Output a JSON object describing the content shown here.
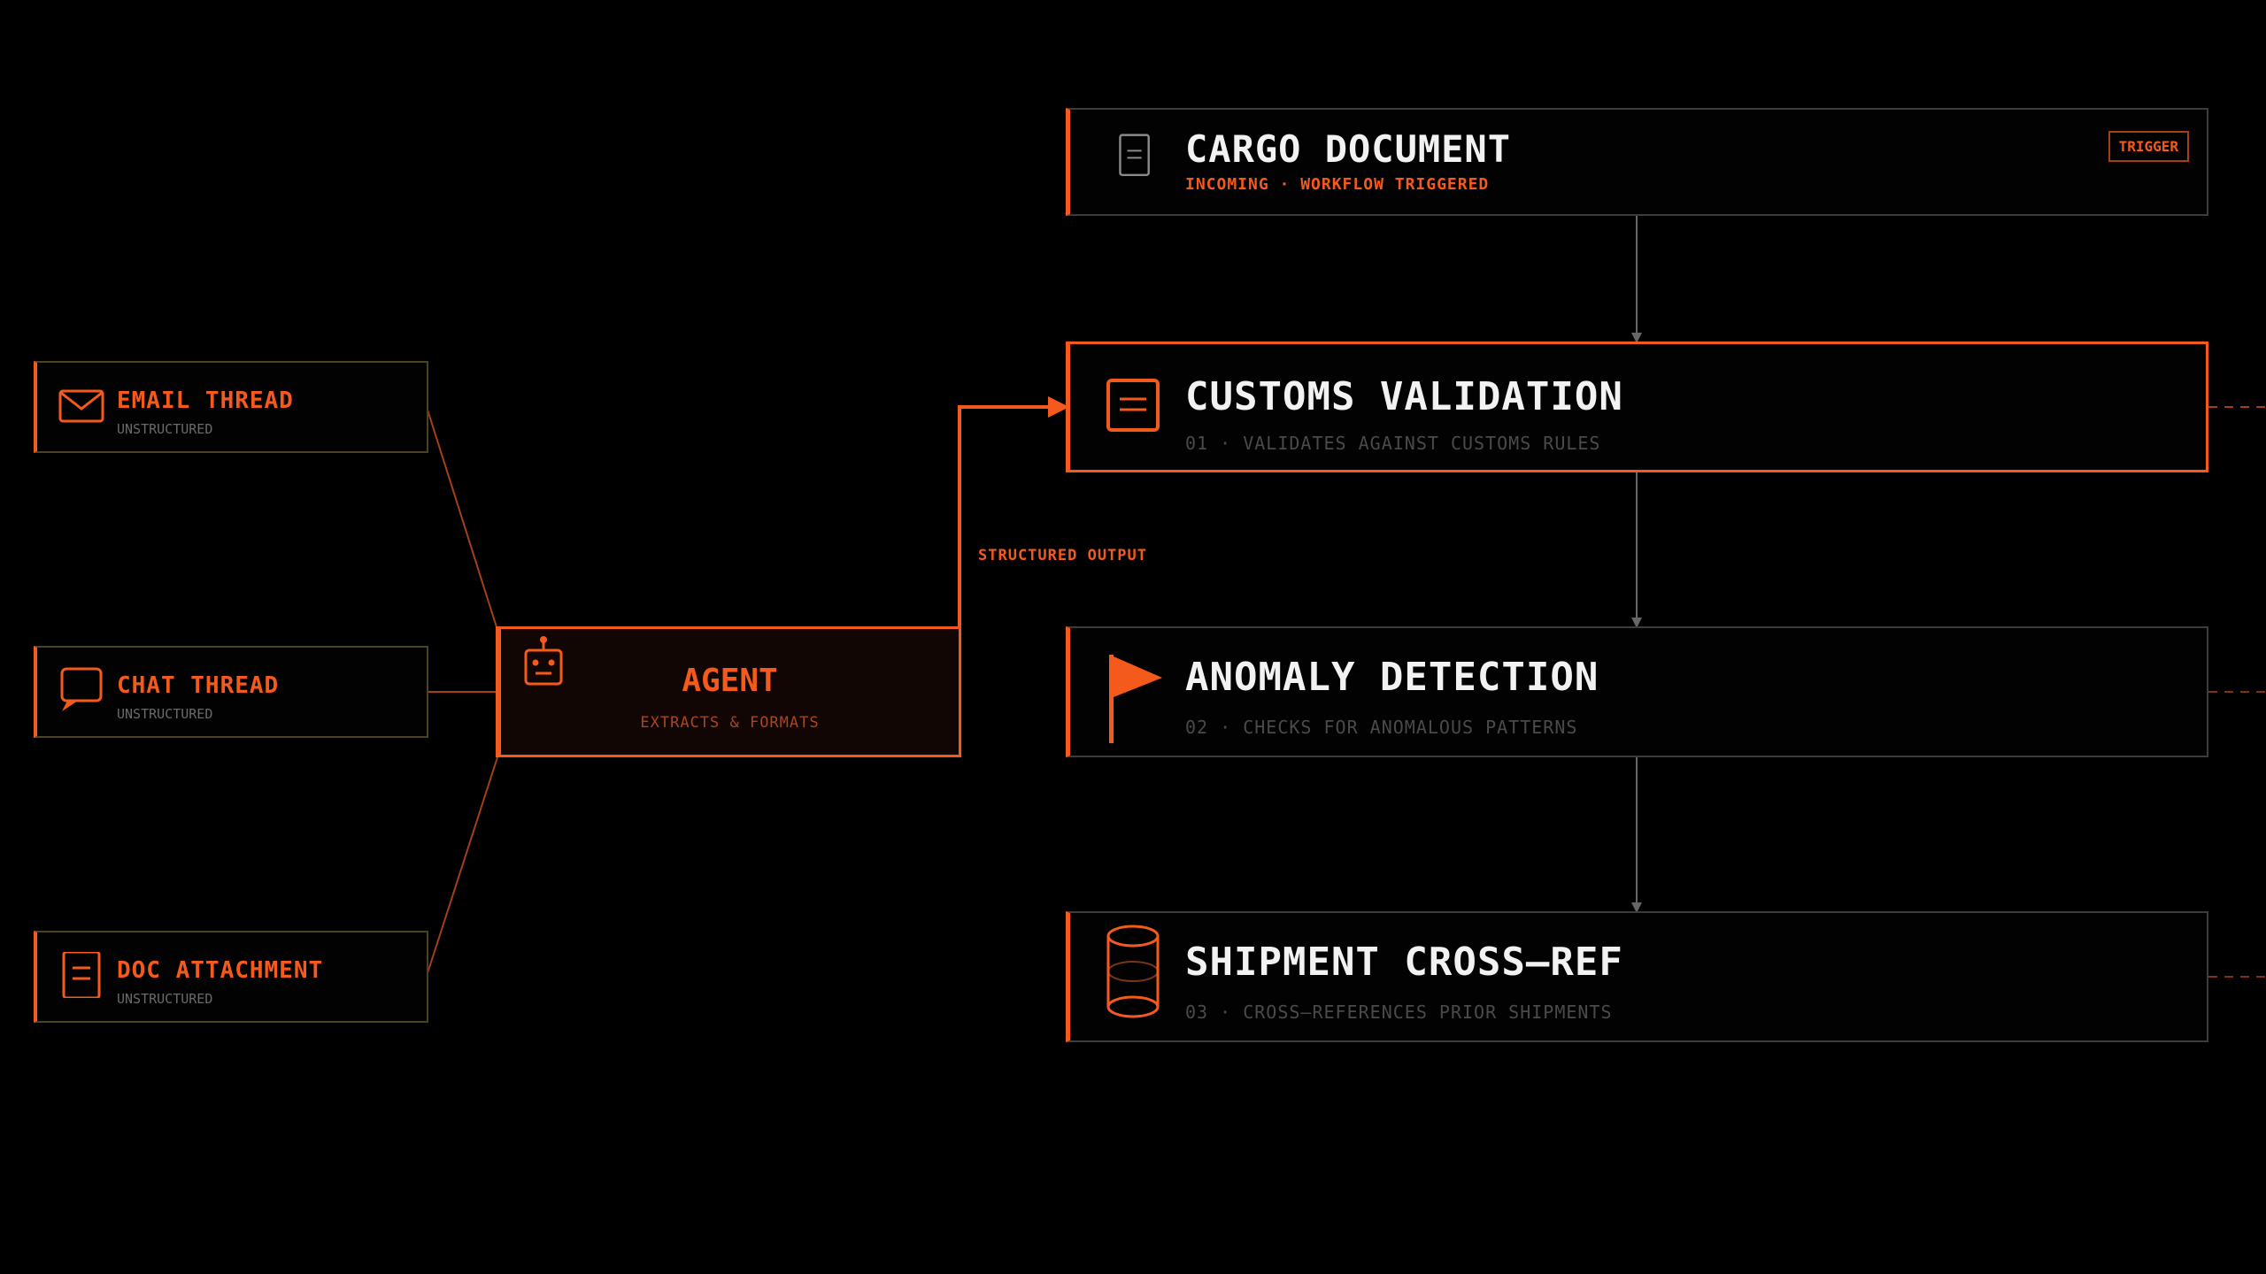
{
  "colors": {
    "accent": "#f35a1c",
    "background": "#000000",
    "node_border": "#3c3c3c",
    "source_border": "#4a4322",
    "title_text": "#f2f2f2",
    "muted_text": "#4a4a4a"
  },
  "sources": [
    {
      "title": "EMAIL THREAD",
      "subtitle": "UNSTRUCTURED",
      "icon": "envelope-icon"
    },
    {
      "title": "CHAT THREAD",
      "subtitle": "UNSTRUCTURED",
      "icon": "chat-bubble-icon"
    },
    {
      "title": "DOC ATTACHMENT",
      "subtitle": "UNSTRUCTURED",
      "icon": "document-icon"
    }
  ],
  "agent": {
    "title": "AGENT",
    "subtitle": "EXTRACTS & FORMATS",
    "icon": "robot-icon"
  },
  "edge_label": "STRUCTURED OUTPUT",
  "trigger_node": {
    "title": "CARGO DOCUMENT",
    "subtitle": "INCOMING · WORKFLOW TRIGGERED",
    "badge": "TRIGGER",
    "icon": "document-icon"
  },
  "steps": [
    {
      "title": "CUSTOMS VALIDATION",
      "subtitle": "01 · VALIDATES AGAINST CUSTOMS RULES",
      "icon": "list-box-icon",
      "active": true
    },
    {
      "title": "ANOMALY DETECTION",
      "subtitle": "02 · CHECKS FOR ANOMALOUS PATTERNS",
      "icon": "flag-icon",
      "active": false
    },
    {
      "title": "SHIPMENT CROSS–REF",
      "subtitle": "03 · CROSS–REFERENCES PRIOR SHIPMENTS",
      "icon": "database-icon",
      "active": false
    }
  ]
}
